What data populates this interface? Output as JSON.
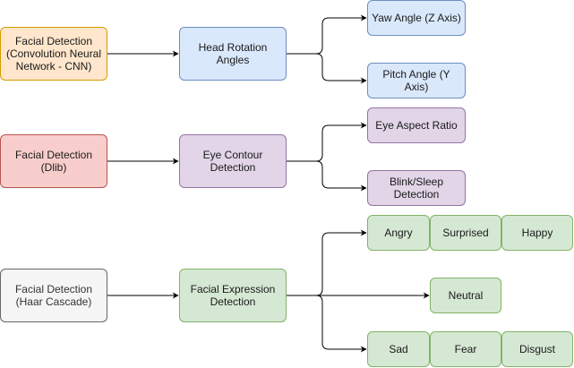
{
  "nodes": {
    "fd_cnn": "Facial Detection (Convolution Neural Network - CNN)",
    "head_rotation": "Head Rotation Angles",
    "yaw": "Yaw Angle (Z Axis)",
    "pitch": "Pitch Angle (Y Axis)",
    "fd_dlib": "Facial Detection (Dlib)",
    "eye_contour": "Eye Contour Detection",
    "ear": "Eye Aspect Ratio",
    "blink": "Blink/Sleep Detection",
    "fd_haar": "Facial Detection (Haar Cascade)",
    "fer": "Facial Expression Detection",
    "angry": "Angry",
    "surprised": "Surprised",
    "happy": "Happy",
    "neutral": "Neutral",
    "sad": "Sad",
    "fear": "Fear",
    "disgust": "Disgust"
  },
  "colors": {
    "orange_fill": "#ffe6cc",
    "orange_stroke": "#d79b00",
    "blue_fill": "#dae8fc",
    "blue_stroke": "#6c8ebf",
    "red_fill": "#f8cecc",
    "red_stroke": "#b85450",
    "purple_fill": "#e1d5e7",
    "purple_stroke": "#9673a6",
    "gray_fill": "#f5f5f5",
    "gray_stroke": "#666666",
    "green_fill": "#d5e8d4",
    "green_stroke": "#82b366",
    "edge": "#000000"
  },
  "edges": [
    [
      "fd_cnn",
      "head_rotation"
    ],
    [
      "head_rotation",
      "yaw"
    ],
    [
      "head_rotation",
      "pitch"
    ],
    [
      "fd_dlib",
      "eye_contour"
    ],
    [
      "eye_contour",
      "ear"
    ],
    [
      "eye_contour",
      "blink"
    ],
    [
      "fd_haar",
      "fer"
    ],
    [
      "fer",
      "angry"
    ],
    [
      "fer",
      "neutral"
    ],
    [
      "fer",
      "sad"
    ]
  ]
}
